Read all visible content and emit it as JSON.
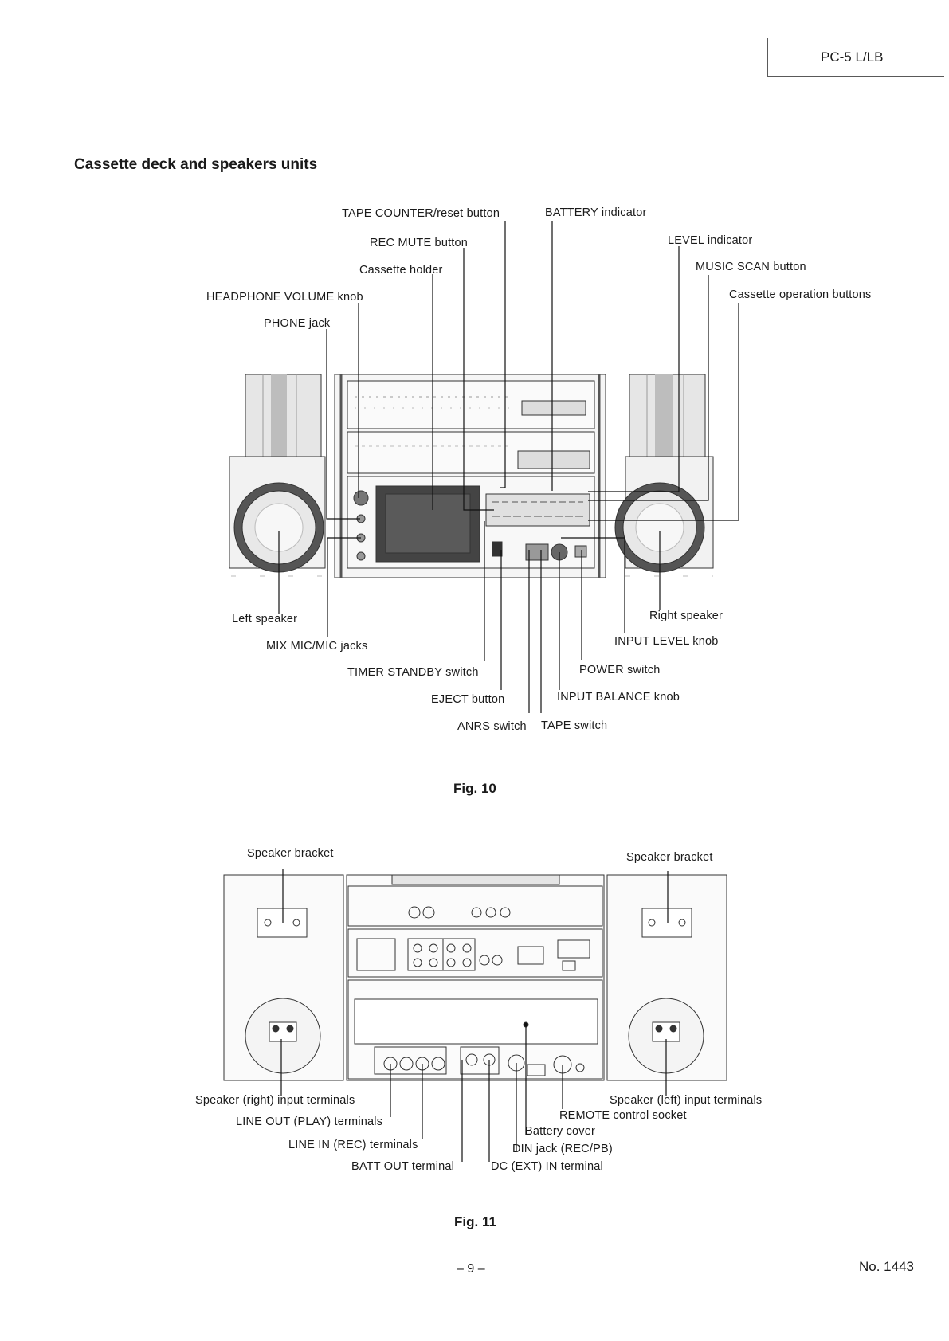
{
  "header": {
    "model": "PC-5 L/LB"
  },
  "section_title": "Cassette deck and speakers units",
  "fig10": {
    "caption": "Fig. 10",
    "labels": {
      "tape_counter": "TAPE COUNTER/reset button",
      "battery": "BATTERY indicator",
      "rec_mute": "REC MUTE button",
      "level": "LEVEL indicator",
      "cassette_holder": "Cassette holder",
      "music_scan": "MUSIC SCAN button",
      "headphone_volume": "HEADPHONE VOLUME knob",
      "cassette_ops": "Cassette operation buttons",
      "phone_jack": "PHONE jack",
      "left_speaker": "Left speaker",
      "right_speaker": "Right speaker",
      "mix_mic": "MIX MIC/MIC jacks",
      "input_level": "INPUT LEVEL knob",
      "timer_standby": "TIMER STANDBY switch",
      "power": "POWER switch",
      "eject": "EJECT button",
      "input_balance": "INPUT BALANCE knob",
      "anrs": "ANRS switch",
      "tape_switch": "TAPE switch"
    }
  },
  "fig11": {
    "caption": "Fig. 11",
    "labels": {
      "bracket_left": "Speaker bracket",
      "bracket_right": "Speaker bracket",
      "spk_right_in": "Speaker (right) input terminals",
      "spk_left_in": "Speaker (left) input terminals",
      "line_out": "LINE OUT (PLAY) terminals",
      "remote": "REMOTE control socket",
      "battery_cover": "Battery cover",
      "line_in": "LINE IN (REC) terminals",
      "din": "DIN jack (REC/PB)",
      "batt_out": "BATT OUT terminal",
      "dc_in": "DC (EXT) IN terminal"
    }
  },
  "footer": {
    "page": "– 9 –",
    "doc_number": "No. 1443"
  }
}
